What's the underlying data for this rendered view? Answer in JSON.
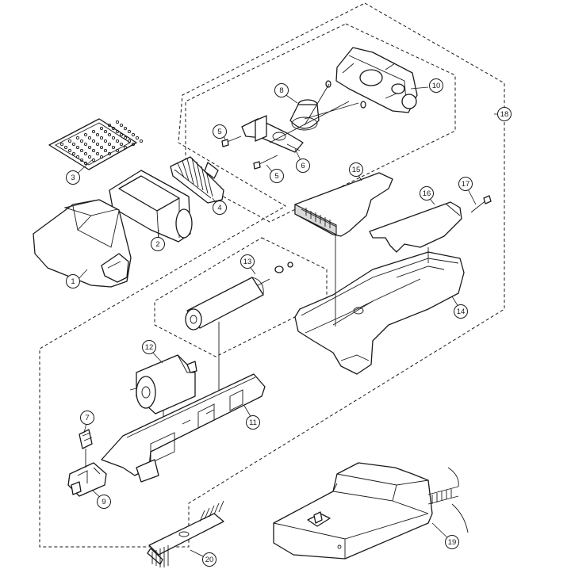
{
  "callouts": [
    "1",
    "2",
    "3",
    "4",
    "5",
    "5",
    "6",
    "7",
    "8",
    "9",
    "10",
    "11",
    "12",
    "13",
    "14",
    "15",
    "16",
    "17",
    "18",
    "19",
    "20"
  ]
}
